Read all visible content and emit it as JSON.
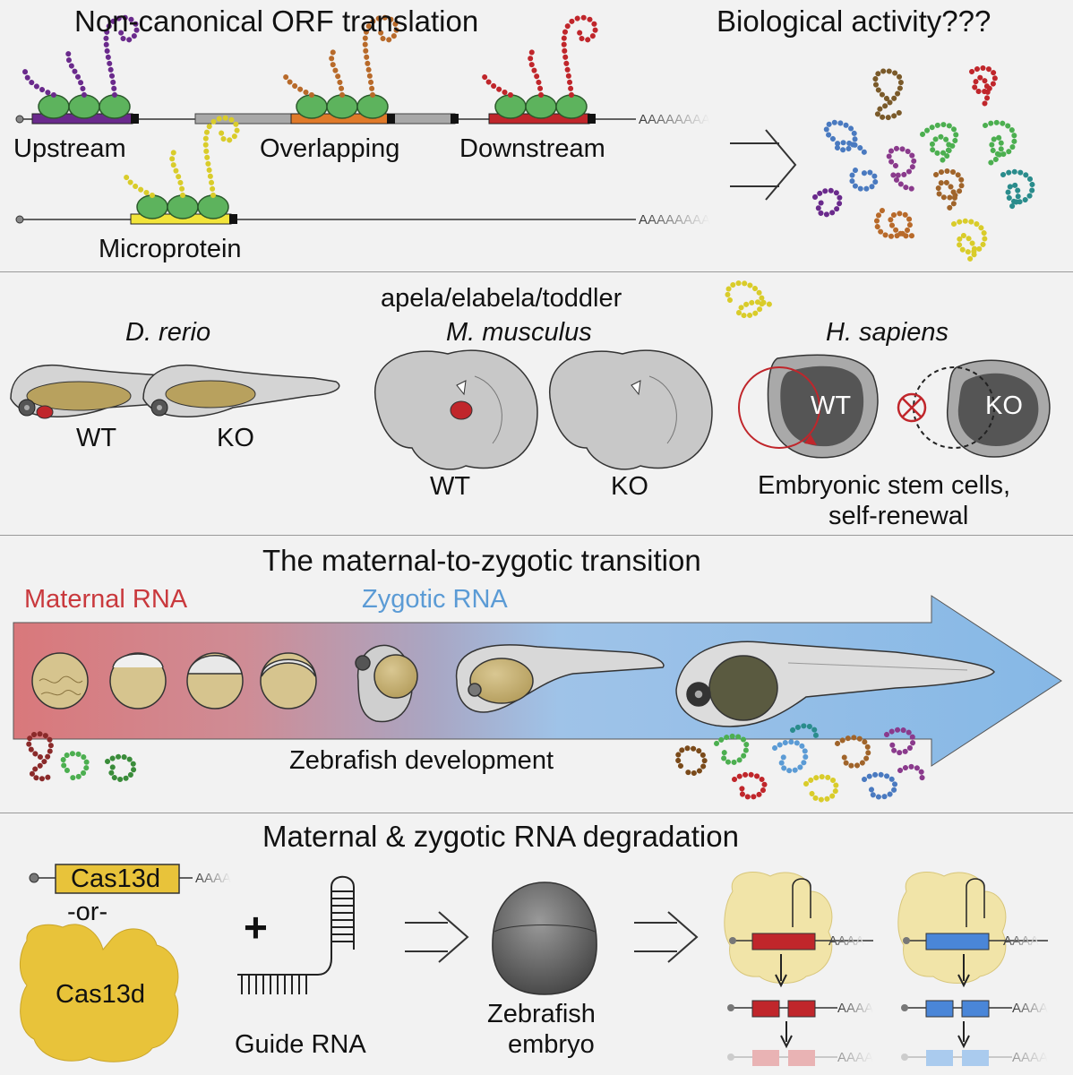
{
  "panel1": {
    "title_left": "Non-canonical ORF translation",
    "title_right": "Biological activity???",
    "labels": {
      "upstream": "Upstream",
      "overlapping": "Overlapping",
      "downstream": "Downstream",
      "microprotein": "Microprotein"
    },
    "polyA": "AAAAAAAA",
    "colors": {
      "upstream": "#6a2a8c",
      "overlapping": "#e07a2a",
      "downstream": "#c0262b",
      "microprotein": "#f2e43a",
      "ribosome": "#5db35d"
    }
  },
  "panel2": {
    "title": "apela/elabela/toddler",
    "species": {
      "zebrafish": "D. rerio",
      "mouse": "M. musculus",
      "human": "H. sapiens"
    },
    "wt": "WT",
    "ko": "KO",
    "caption_line1": "Embryonic stem cells,",
    "caption_line2": "self-renewal"
  },
  "panel3": {
    "title": "The maternal-to-zygotic transition",
    "maternal": "Maternal RNA",
    "zygotic": "Zygotic RNA",
    "caption": "Zebrafish development",
    "colors": {
      "maternal": "#c9393d",
      "zygotic": "#5b9bd5"
    }
  },
  "panel4": {
    "title": "Maternal & zygotic RNA degradation",
    "cas13d": "Cas13d",
    "or": "-or-",
    "plus": "+",
    "guide_rna": "Guide RNA",
    "embryo_line1": "Zebrafish",
    "embryo_line2": "embryo",
    "polyA_short": "AAAA"
  }
}
